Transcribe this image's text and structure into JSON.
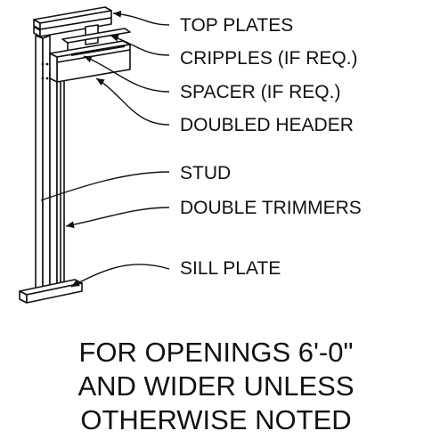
{
  "labels": {
    "top_plates": "TOP PLATES",
    "cripples": "CRIPPLES (IF REQ.)",
    "spacer": "SPACER (IF REQ.)",
    "doubled_header": "DOUBLED HEADER",
    "stud": "STUD",
    "double_trimmers": "DOUBLE TRIMMERS",
    "sill_plate": "SILL PLATE"
  },
  "note": {
    "line1": "FOR OPENINGS 6'-0\"",
    "line2": "AND WIDER UNLESS",
    "line3": "OTHERWISE NOTED"
  }
}
